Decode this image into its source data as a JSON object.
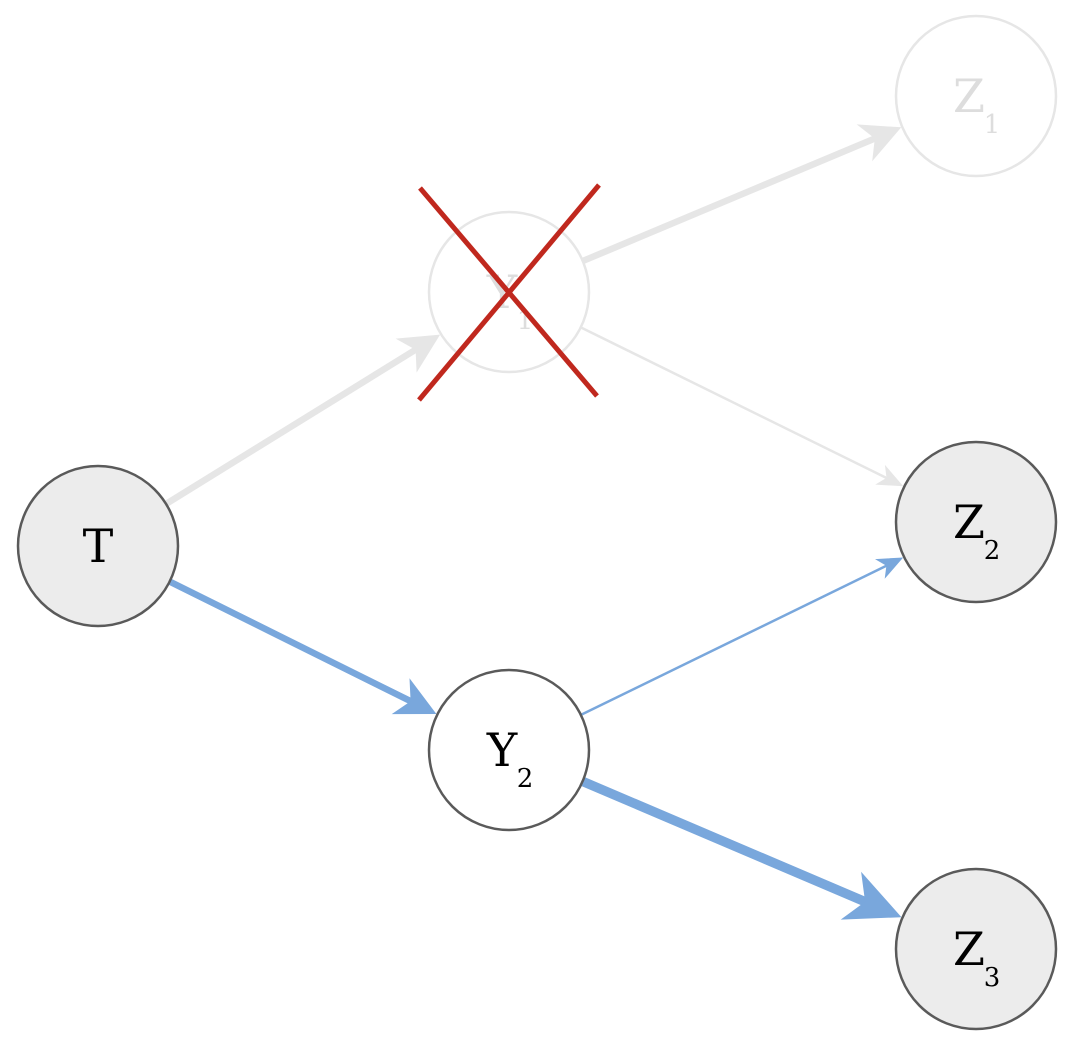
{
  "colors": {
    "active_edge": "#79a7dc",
    "faded": "#e6e6e6",
    "faded_text": "#dddddd",
    "node_fill_gray": "#ececec",
    "node_fill_white": "#ffffff",
    "node_stroke": "#5a5a5a",
    "cross": "#c0281e",
    "text": "#000000"
  },
  "nodes": [
    {
      "id": "T",
      "label": "T",
      "subscript": "",
      "style": "gray"
    },
    {
      "id": "Y1",
      "label": "Y",
      "subscript": "1",
      "style": "faded"
    },
    {
      "id": "Y2",
      "label": "Y",
      "subscript": "2",
      "style": "white"
    },
    {
      "id": "Z1",
      "label": "Z",
      "subscript": "1",
      "style": "faded"
    },
    {
      "id": "Z2",
      "label": "Z",
      "subscript": "2",
      "style": "gray"
    },
    {
      "id": "Z3",
      "label": "Z",
      "subscript": "3",
      "style": "gray"
    }
  ],
  "edges": [
    {
      "from": "T",
      "to": "Y1",
      "style": "faded",
      "weight": "medium"
    },
    {
      "from": "Y1",
      "to": "Z1",
      "style": "faded",
      "weight": "medium"
    },
    {
      "from": "Y1",
      "to": "Z2",
      "style": "faded",
      "weight": "thin"
    },
    {
      "from": "T",
      "to": "Y2",
      "style": "active",
      "weight": "medium"
    },
    {
      "from": "Y2",
      "to": "Z2",
      "style": "active",
      "weight": "thin"
    },
    {
      "from": "Y2",
      "to": "Z3",
      "style": "active",
      "weight": "thick"
    }
  ],
  "removed_node": "Y1"
}
